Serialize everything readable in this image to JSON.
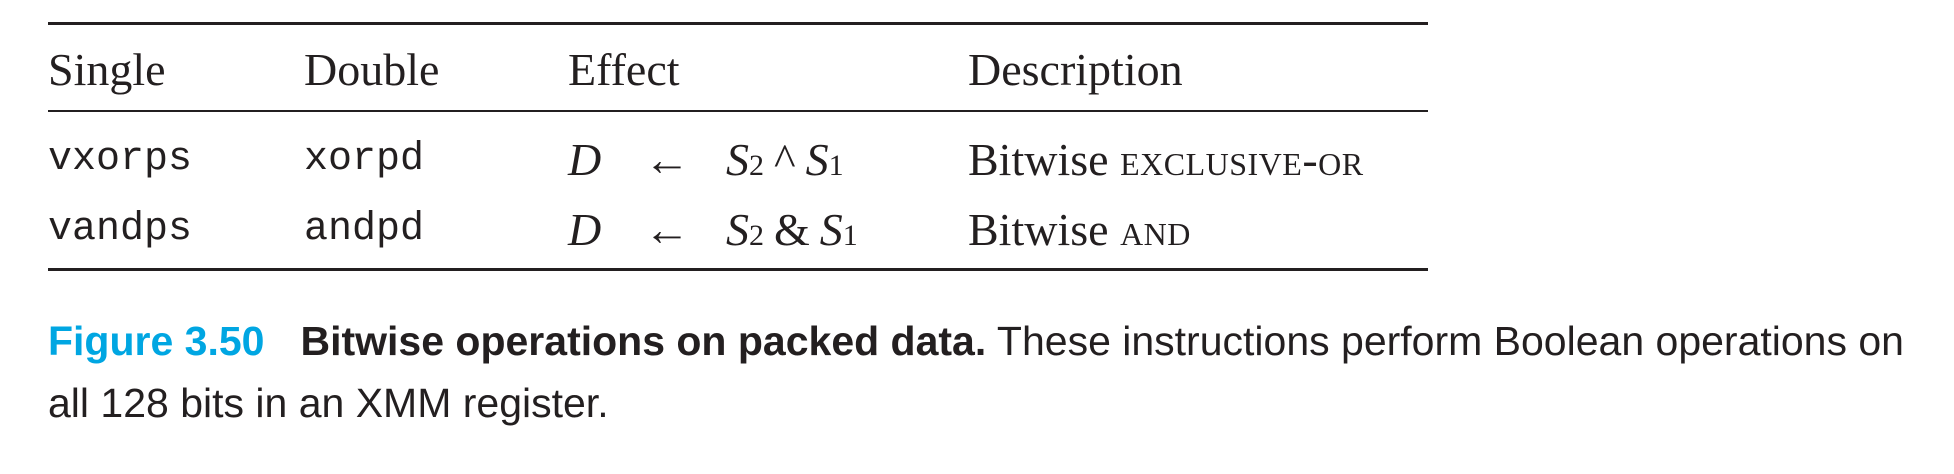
{
  "table": {
    "headers": [
      "Single",
      "Double",
      "Effect",
      "Description"
    ],
    "rows": [
      {
        "single": "vxorps",
        "double": "xorpd",
        "effect": {
          "dest": "D",
          "arrow": "←",
          "s2": "S",
          "s2_sub": "2",
          "op": "^",
          "s1": "S",
          "s1_sub": "1"
        },
        "desc_prefix": "Bitwise",
        "desc_op": "EXCLUSIVE-OR"
      },
      {
        "single": "vandps",
        "double": "andpd",
        "effect": {
          "dest": "D",
          "arrow": "←",
          "s2": "S",
          "s2_sub": "2",
          "op": "&",
          "s1": "S",
          "s1_sub": "1"
        },
        "desc_prefix": "Bitwise",
        "desc_op": "AND"
      }
    ]
  },
  "caption": {
    "figure_label": "Figure 3.50",
    "title": "Bitwise operations on packed data.",
    "text": " These instructions perform Boolean operations on all 128 bits in an XMM register."
  },
  "colors": {
    "figure_label": "#00a6e2",
    "text": "#231f20"
  }
}
